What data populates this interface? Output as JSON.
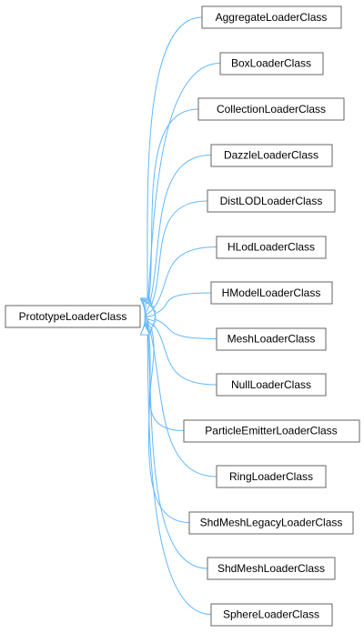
{
  "diagram": {
    "base_class": "PrototypeLoaderClass",
    "derived_classes": [
      "AggregateLoaderClass",
      "BoxLoaderClass",
      "CollectionLoaderClass",
      "DazzleLoaderClass",
      "DistLODLoaderClass",
      "HLodLoaderClass",
      "HModelLoaderClass",
      "MeshLoaderClass",
      "NullLoaderClass",
      "ParticleEmitterLoaderClass",
      "RingLoaderClass",
      "ShdMeshLegacyLoaderClass",
      "ShdMeshLoaderClass",
      "SphereLoaderClass"
    ],
    "edge_color": "#63b8ff",
    "node_border_color": "#666666",
    "relation": "inheritance"
  }
}
